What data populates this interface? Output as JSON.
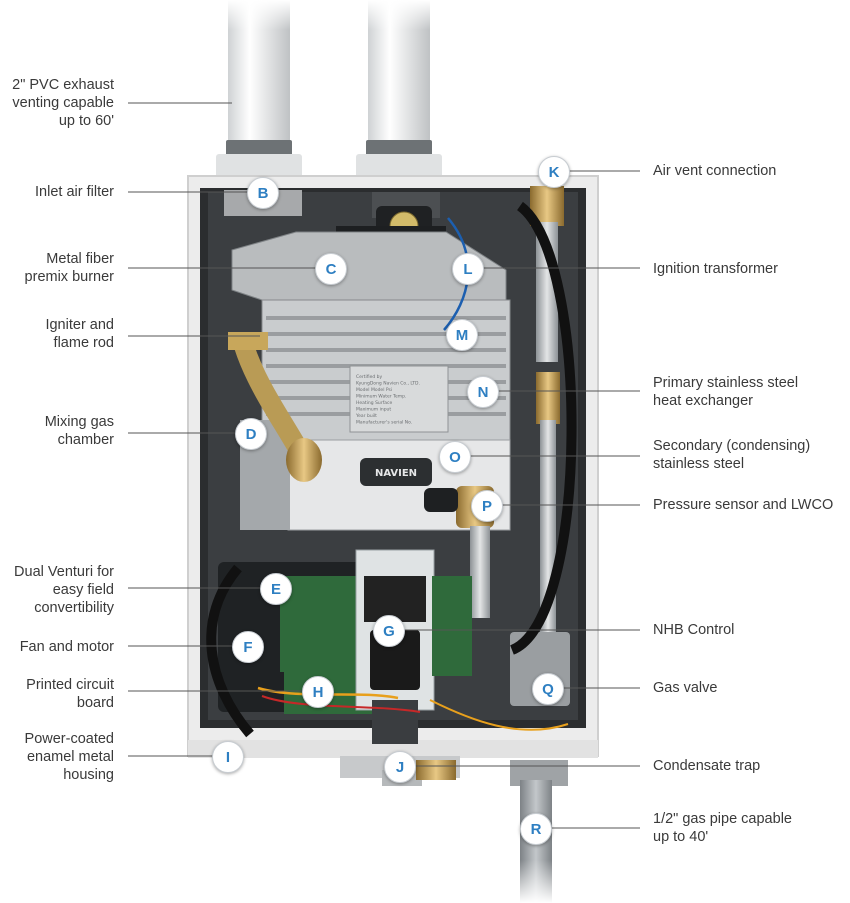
{
  "callouts": [
    {
      "id": "A",
      "letter": "",
      "label": "2\" PVC exhaust\nventing capable\nup to 60'"
    },
    {
      "id": "B",
      "letter": "B",
      "label": "Inlet air filter"
    },
    {
      "id": "C",
      "letter": "C",
      "label": "Metal fiber\npremix burner"
    },
    {
      "id": "D1",
      "letter": "",
      "label": "Igniter and\nflame rod"
    },
    {
      "id": "D",
      "letter": "D",
      "label": "Mixing gas\nchamber"
    },
    {
      "id": "E",
      "letter": "E",
      "label": "Dual Venturi for\neasy field\nconvertibility"
    },
    {
      "id": "F",
      "letter": "F",
      "label": "Fan and motor"
    },
    {
      "id": "H",
      "letter": "H",
      "label": "Printed circuit\nboard"
    },
    {
      "id": "I",
      "letter": "I",
      "label": "Power-coated\nenamel metal\nhousing"
    },
    {
      "id": "K",
      "letter": "K",
      "label": "Air vent connection"
    },
    {
      "id": "L",
      "letter": "L",
      "label": "Ignition transformer"
    },
    {
      "id": "M",
      "letter": "M",
      "label": ""
    },
    {
      "id": "N",
      "letter": "N",
      "label": "Primary stainless steel\nheat exchanger"
    },
    {
      "id": "O",
      "letter": "O",
      "label": "Secondary (condensing)\nstainless steel"
    },
    {
      "id": "P",
      "letter": "P",
      "label": "Pressure sensor and LWCO"
    },
    {
      "id": "G",
      "letter": "G",
      "label": "NHB Control"
    },
    {
      "id": "Q",
      "letter": "Q",
      "label": "Gas valve"
    },
    {
      "id": "J",
      "letter": "J",
      "label": "Condensate trap"
    },
    {
      "id": "R",
      "letter": "R",
      "label": "1/2\" gas pipe capable\nup to 40'"
    }
  ],
  "product": {
    "brand": "NAVIEN",
    "plate_text": "Certified by\nKyungDong Navien Co., LTD.\nModel   Model      Psi\nMinimum Water Temp.\nHeating Surface\nMaximum input\nYear built\nManufacturer's serial No."
  },
  "colors": {
    "badge_letter": "#2e7fc2",
    "label_text": "#3a3a3a",
    "leader": "#555555",
    "housing": "#e9e9e9"
  }
}
